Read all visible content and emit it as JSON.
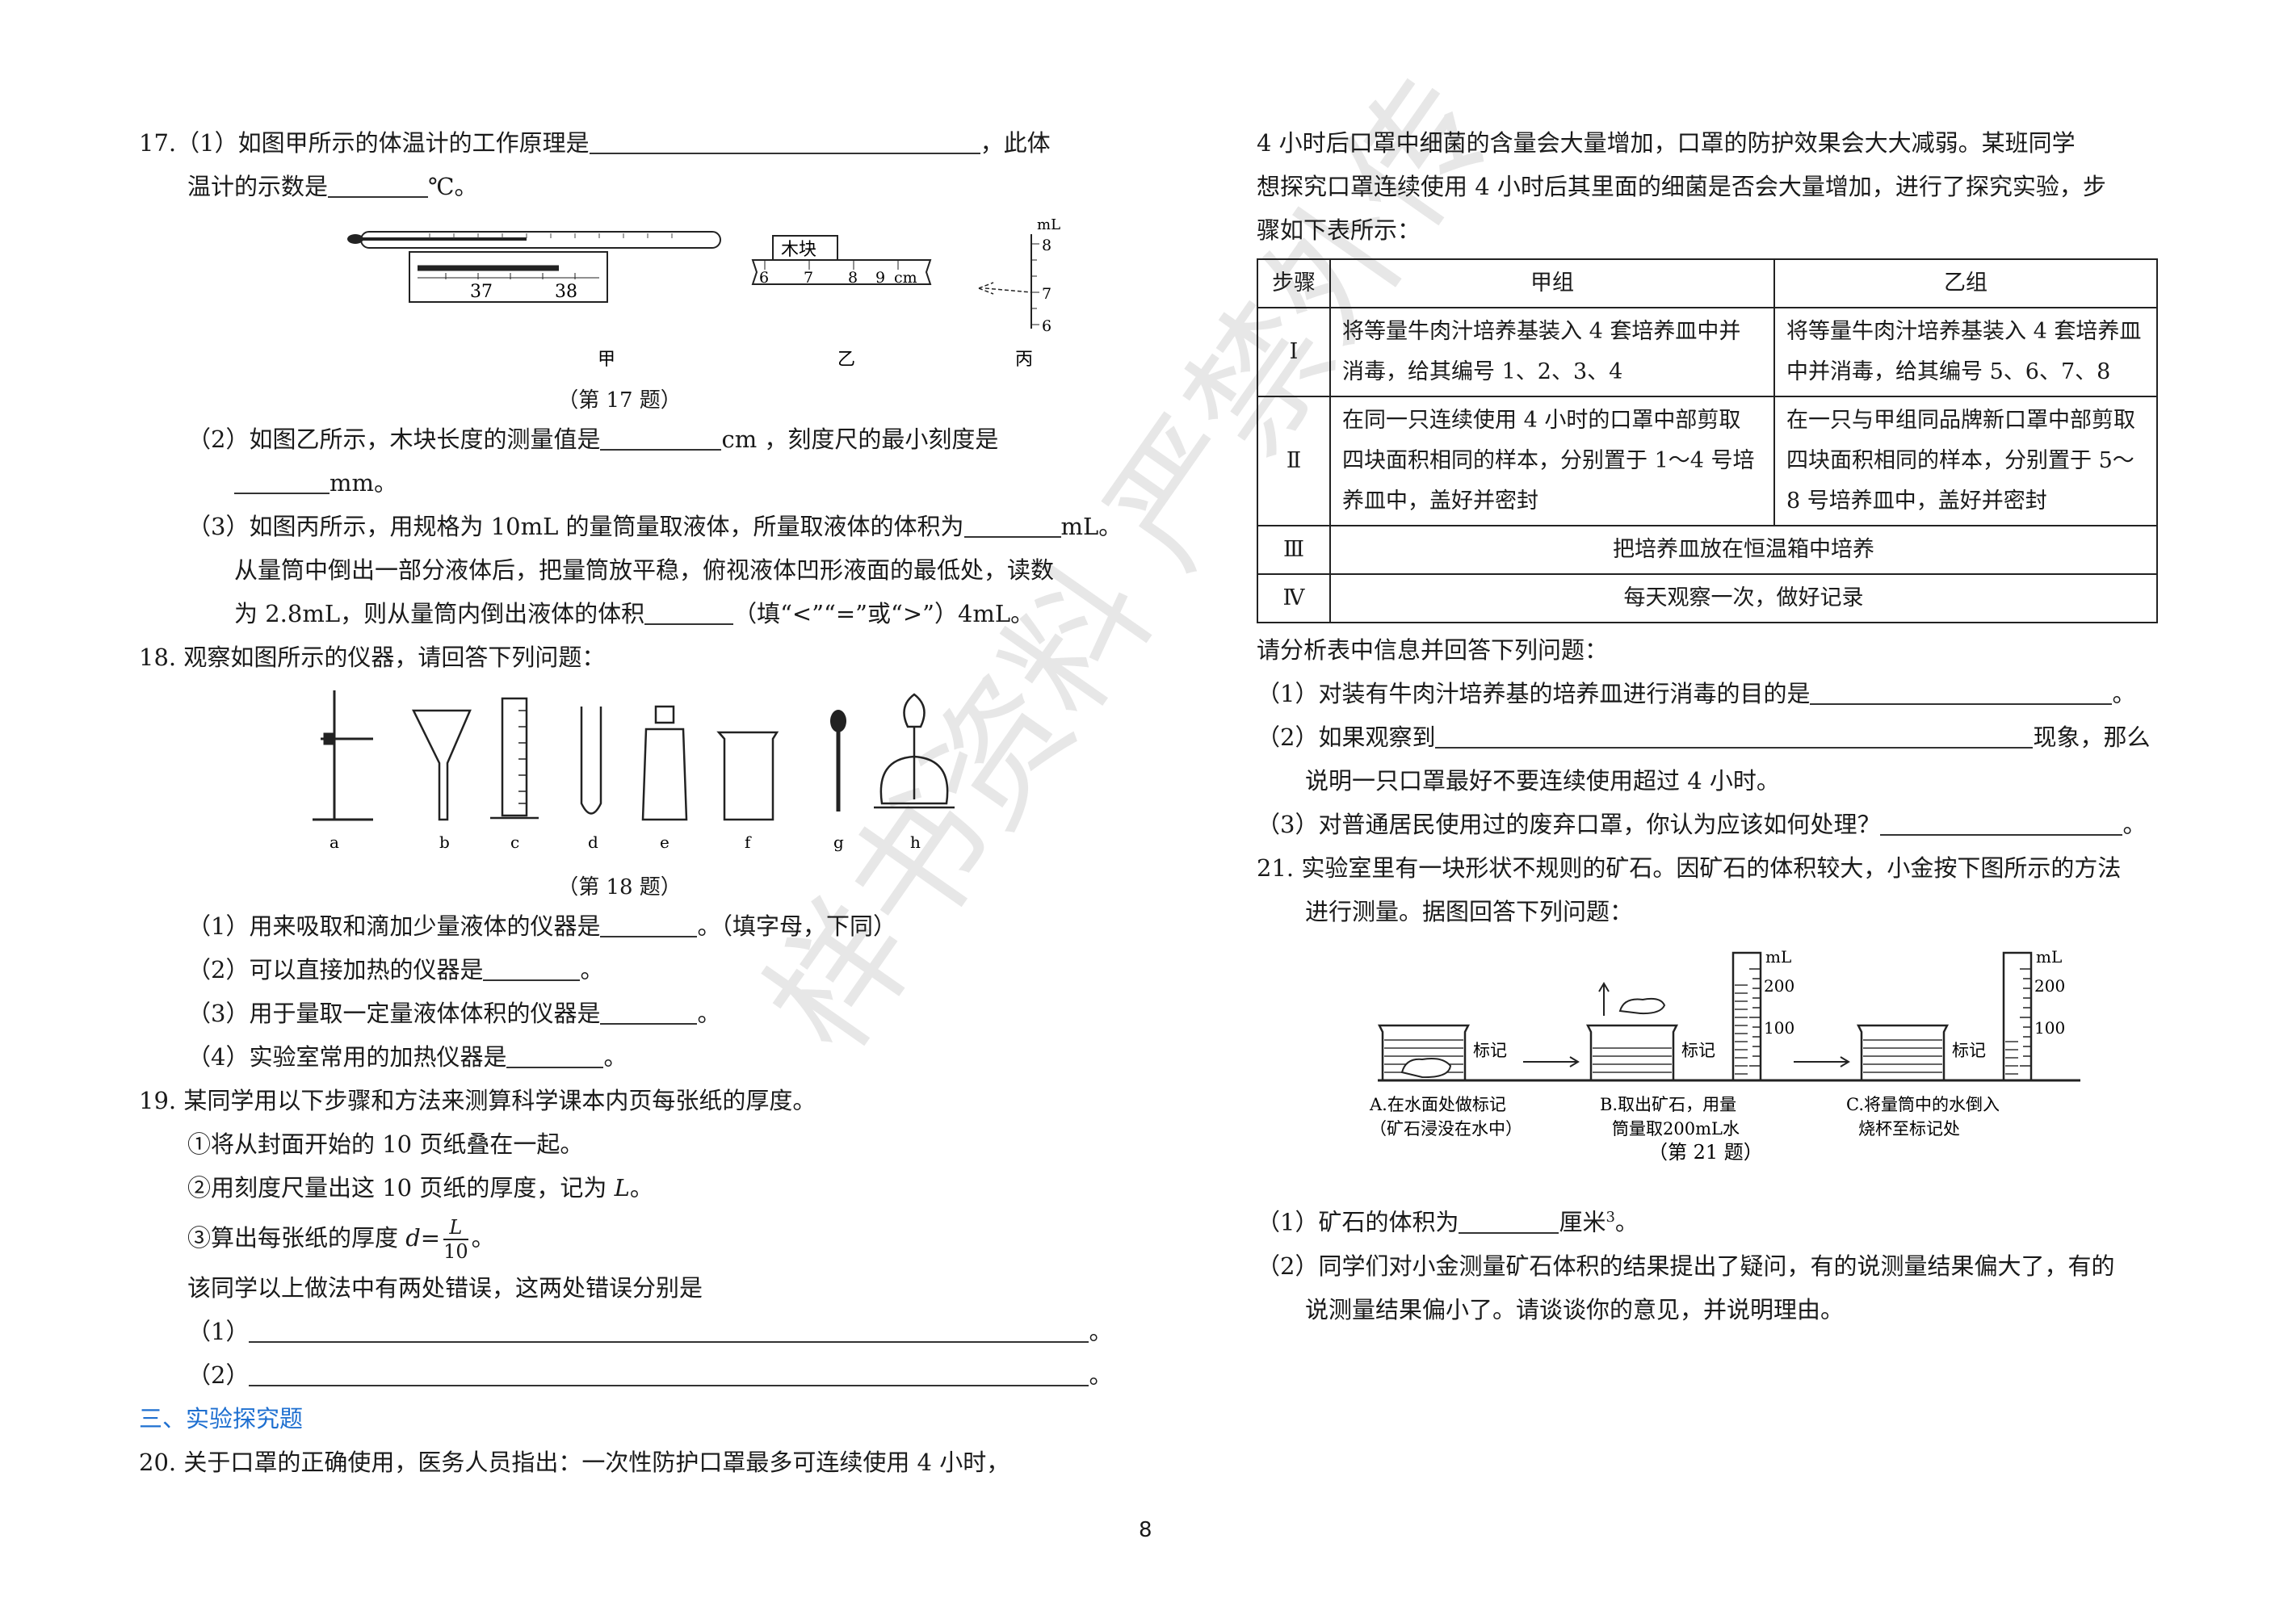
{
  "watermark": "样书资料 严禁外传",
  "page_number": "8",
  "q17": {
    "p1a": "17.（1）如图甲所示的体温计的工作原理是",
    "p1b": "，此体",
    "p1c": "温计的示数是",
    "p1d": "℃。",
    "fig": {
      "therm_37": "37",
      "therm_38": "38",
      "block_label": "木块",
      "ruler": [
        "6",
        "7",
        "8",
        "9",
        "cm"
      ],
      "cyl_unit": "mL",
      "cyl_8": "8",
      "cyl_7": "7",
      "cyl_6": "6",
      "lab_jia": "甲",
      "lab_yi": "乙",
      "lab_bing": "丙",
      "caption": "（第 17 题）"
    },
    "p2a": "（2）如图乙所示，木块长度的测量值是",
    "p2b": "cm ，刻度尺的最小刻度是",
    "p2c": "mm。",
    "p3a": "（3）如图丙所示，用规格为 10mL 的量筒量取液体，所量取液体的体积为",
    "p3b": "mL。",
    "p3c": "从量筒中倒出一部分液体后，把量筒放平稳，俯视液体凹形液面的最低处，读数",
    "p3d": "为 2.8mL，则从量筒内倒出液体的体积",
    "p3e": "（填“<”“=”或“>”）4mL。"
  },
  "q18": {
    "stem": "18. 观察如图所示的仪器，请回答下列问题：",
    "labels": [
      "a",
      "b",
      "c",
      "d",
      "e",
      "f",
      "g",
      "h"
    ],
    "caption": "（第 18 题）",
    "s1a": "（1）用来吸取和滴加少量液体的仪器是",
    "s1b": "。（填字母，下同）",
    "s2a": "（2）可以直接加热的仪器是",
    "s2b": "。",
    "s3a": "（3）用于量取一定量液体体积的仪器是",
    "s3b": "。",
    "s4a": "（4）实验室常用的加热仪器是",
    "s4b": "。"
  },
  "q19": {
    "stem": "19. 某同学用以下步骤和方法来测算科学课本内页每张纸的厚度。",
    "st1": "①将从封面开始的 10 页纸叠在一起。",
    "st2a": "②用刻度尺量出这 10 页纸的厚度，记为 ",
    "st2var": "L",
    "st2b": "。",
    "st3a": "③算出每张纸的厚度 ",
    "st3var": "d",
    "st3eq": "=",
    "frac_num": "L",
    "frac_den": "10",
    "st3b": "。",
    "err": "该同学以上做法中有两处错误，这两处错误分别是",
    "e1": "（1）",
    "e2": "（2）",
    "end": "。"
  },
  "section3": "三、实验探究题",
  "q20": {
    "stem": "20. 关于口罩的正确使用，医务人员指出：一次性防护口罩最多可连续使用 4 小时，",
    "cont1": "4 小时后口罩中细菌的含量会大量增加，口罩的防护效果会大大减弱。某班同学",
    "cont2": "想探究口罩连续使用 4 小时后其里面的细菌是否会大量增加，进行了探究实验，步",
    "cont3": "骤如下表所示：",
    "table": {
      "headers": [
        "步骤",
        "甲组",
        "乙组"
      ],
      "rows": [
        {
          "step": "Ⅰ",
          "a": "将等量牛肉汁培养基装入 4 套培养皿中并消毒，给其编号 1、2、3、4",
          "b": "将等量牛肉汁培养基装入 4 套培养皿中并消毒，给其编号 5、6、7、8"
        },
        {
          "step": "Ⅱ",
          "a": "在同一只连续使用 4 小时的口罩中部剪取四块面积相同的样本，分别置于 1～4 号培养皿中，盖好并密封",
          "b": "在一只与甲组同品牌新口罩中部剪取四块面积相同的样本，分别置于 5～8 号培养皿中，盖好并密封"
        },
        {
          "step": "Ⅲ",
          "merged": "把培养皿放在恒温箱中培养"
        },
        {
          "step": "Ⅳ",
          "merged": "每天观察一次，做好记录"
        }
      ]
    },
    "ana": "请分析表中信息并回答下列问题：",
    "s1a": "（1）对装有牛肉汁培养基的培养皿进行消毒的目的是",
    "s1b": "。",
    "s2a": "（2）如果观察到",
    "s2b": "现象，那么",
    "s2c": "说明一只口罩最好不要连续使用超过 4 小时。",
    "s3a": "（3）对普通居民使用过的废弃口罩，你认为应该如何处理？",
    "s3b": "。"
  },
  "q21": {
    "stem": "21. 实验室里有一块形状不规则的矿石。因矿石的体积较大，小金按下图所示的方法",
    "stem2": "进行测量。据图回答下列问题：",
    "fig": {
      "mark": "标记",
      "ml": "mL",
      "v200": "200",
      "v100": "100",
      "capA1": "A.在水面处做标记",
      "capA2": "（矿石浸没在水中）",
      "capB1": "B.取出矿石，用量",
      "capB2": "筒量取200mL水",
      "capC1": "C.将量筒中的水倒入",
      "capC2": "烧杯至标记处",
      "caption": "（第 21 题）"
    },
    "s1a": "（1）矿石的体积为",
    "s1b": "厘米",
    "s1sup": "3",
    "s1c": "。",
    "s2a": "（2）同学们对小金测量矿石体积的结果提出了疑问，有的说测量结果偏大了，有的",
    "s2b": "说测量结果偏小了。请谈谈你的意见，并说明理由。"
  }
}
